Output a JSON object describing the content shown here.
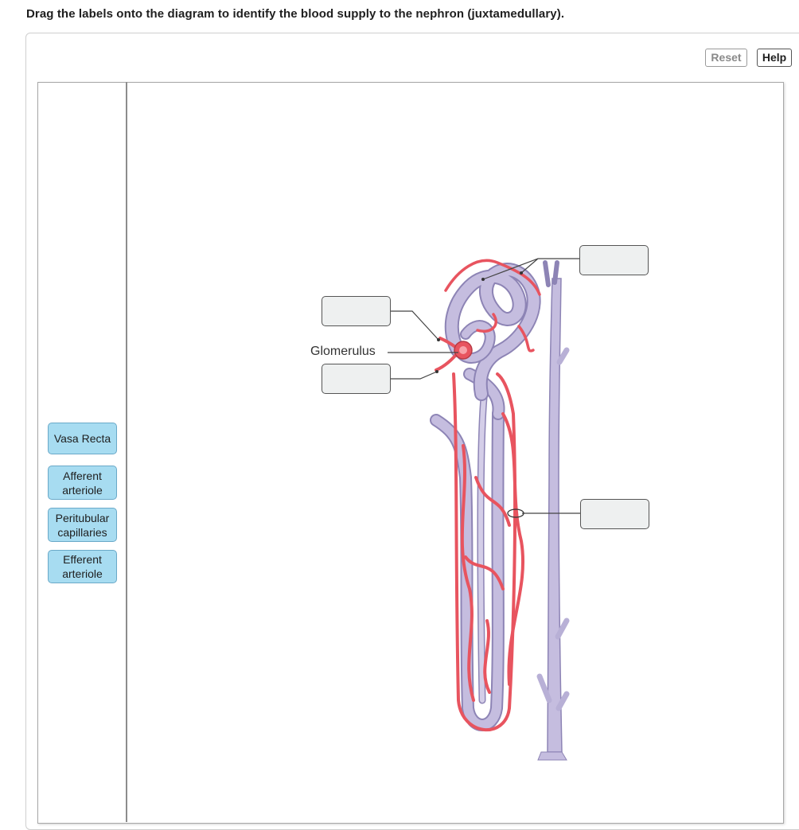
{
  "question": "Drag the labels onto the diagram to identify the blood supply to the nephron (juxtamedullary).",
  "toolbar": {
    "reset_label": "Reset",
    "help_label": "Help"
  },
  "labels": [
    {
      "line1": "Vasa Recta",
      "line2": ""
    },
    {
      "line1": "Afferent",
      "line2": "arteriole"
    },
    {
      "line1": "Peritubular",
      "line2": "capillaries"
    },
    {
      "line1": "Efferent",
      "line2": "arteriole"
    }
  ],
  "diagram": {
    "glomerulus_label": "Glomerulus"
  },
  "colors": {
    "chip_fill": "#a7dcf1",
    "vessel_red": "#e8545f",
    "tubule_purple": "#b8b0d6",
    "drop_fill": "#eef0f0"
  }
}
